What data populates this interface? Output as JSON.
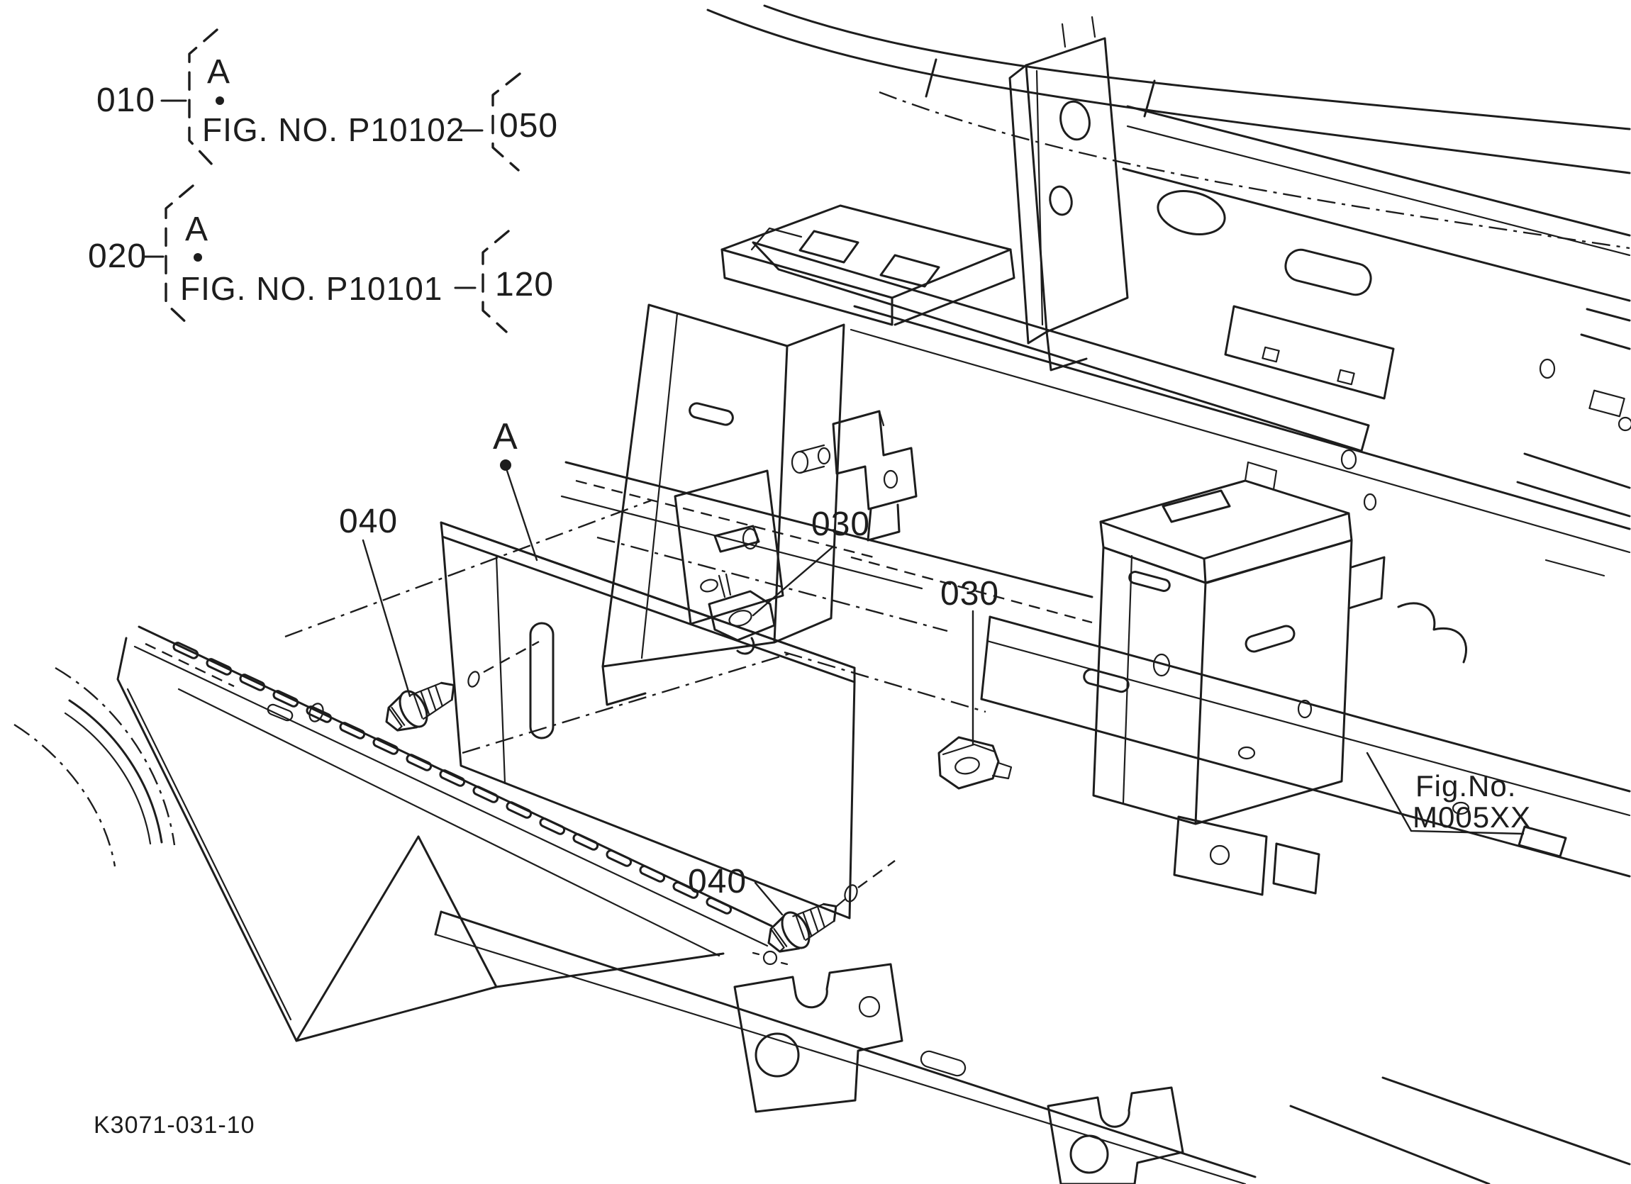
{
  "page": {
    "type": "parts-diagram",
    "colors": {
      "background": "#ffffff",
      "line": "#1d1d1d"
    }
  },
  "reference_links": [
    {
      "id": "010",
      "view_marker": "A",
      "fig_no": "FIG. NO. P10102",
      "item": "050"
    },
    {
      "id": "020",
      "view_marker": "A",
      "fig_no": "FIG. NO. P10101",
      "item": "120"
    }
  ],
  "detail_marker": {
    "letter": "A"
  },
  "part_callouts": [
    {
      "label": "040"
    },
    {
      "label": "030"
    },
    {
      "label": "030"
    },
    {
      "label": "040"
    }
  ],
  "figure_reference": {
    "prefix": "Fig.No.",
    "code": "M005XX"
  },
  "drawing_number": "K3071-031-10"
}
